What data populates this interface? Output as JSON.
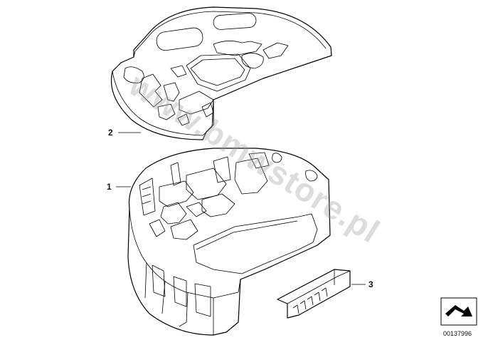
{
  "callouts": [
    {
      "label": "1"
    },
    {
      "label": "2"
    },
    {
      "label": "3"
    }
  ],
  "diagram_id": "00137996",
  "watermark": "www.bmwstore.pl",
  "icons": [
    "navigation-arrow-icon"
  ]
}
